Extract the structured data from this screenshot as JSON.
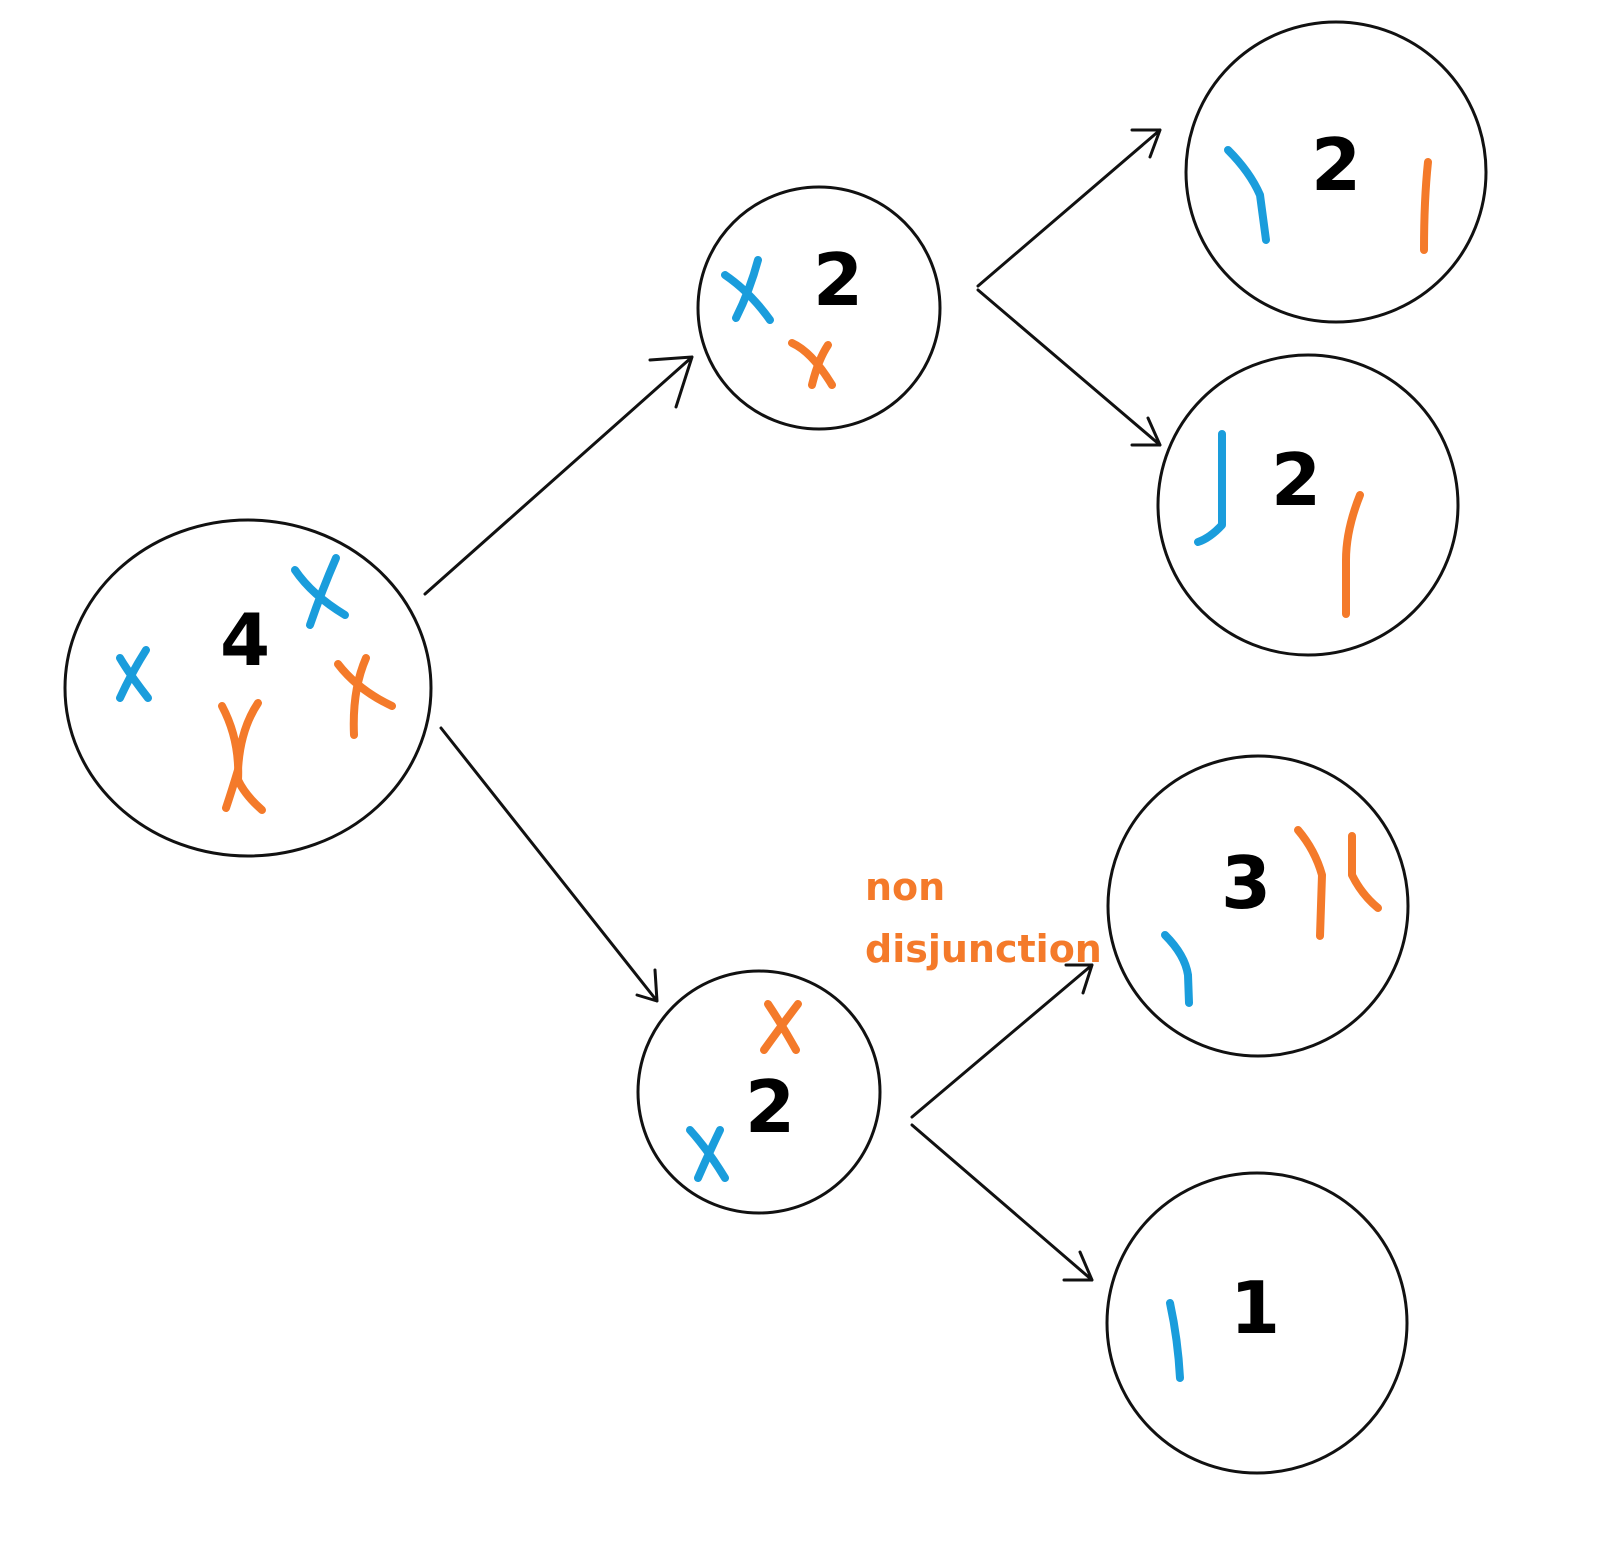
{
  "colors": {
    "chromosome_a": "#1a9ddc",
    "chromosome_b": "#f47a2a",
    "outline": "#111111"
  },
  "cells": {
    "parent": {
      "count": "4"
    },
    "daughter_top": {
      "count": "2"
    },
    "daughter_bottom": {
      "count": "2"
    },
    "gamete_1": {
      "count": "2"
    },
    "gamete_2": {
      "count": "2"
    },
    "gamete_3": {
      "count": "3"
    },
    "gamete_4": {
      "count": "1"
    }
  },
  "annotation": {
    "line1": "non",
    "line2": "disjunction"
  }
}
